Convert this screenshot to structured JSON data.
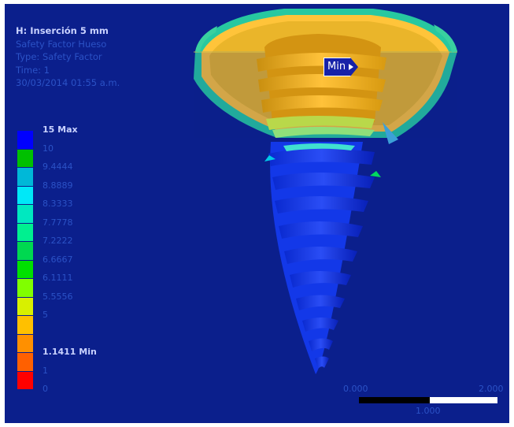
{
  "info": {
    "title": "H: Inserción 5 mm",
    "result_name": "Safety Factor Hueso",
    "type": "Type: Safety Factor",
    "time": "Time: 1",
    "date": "30/03/2014 01:55 a.m."
  },
  "legend": {
    "labels": [
      "15 Max",
      "10",
      "9.4444",
      "8.8889",
      "8.3333",
      "7.7778",
      "7.2222",
      "6.6667",
      "6.1111",
      "5.5556",
      "5",
      "",
      "1.1411 Min",
      "1",
      "0"
    ],
    "colors": [
      "#0000ff",
      "#00c000",
      "#00b8d8",
      "#00e8f8",
      "#00e8c0",
      "#00f090",
      "#00d850",
      "#00e000",
      "#80ff00",
      "#d8f000",
      "#ffc000",
      "#ff9000",
      "#ff6000",
      "#ff0000"
    ]
  },
  "probe": {
    "label": "Min"
  },
  "scale": {
    "left": "0.000",
    "right": "2.000",
    "mid": "1.000"
  },
  "colors": {
    "background": "#0b1f8c"
  }
}
